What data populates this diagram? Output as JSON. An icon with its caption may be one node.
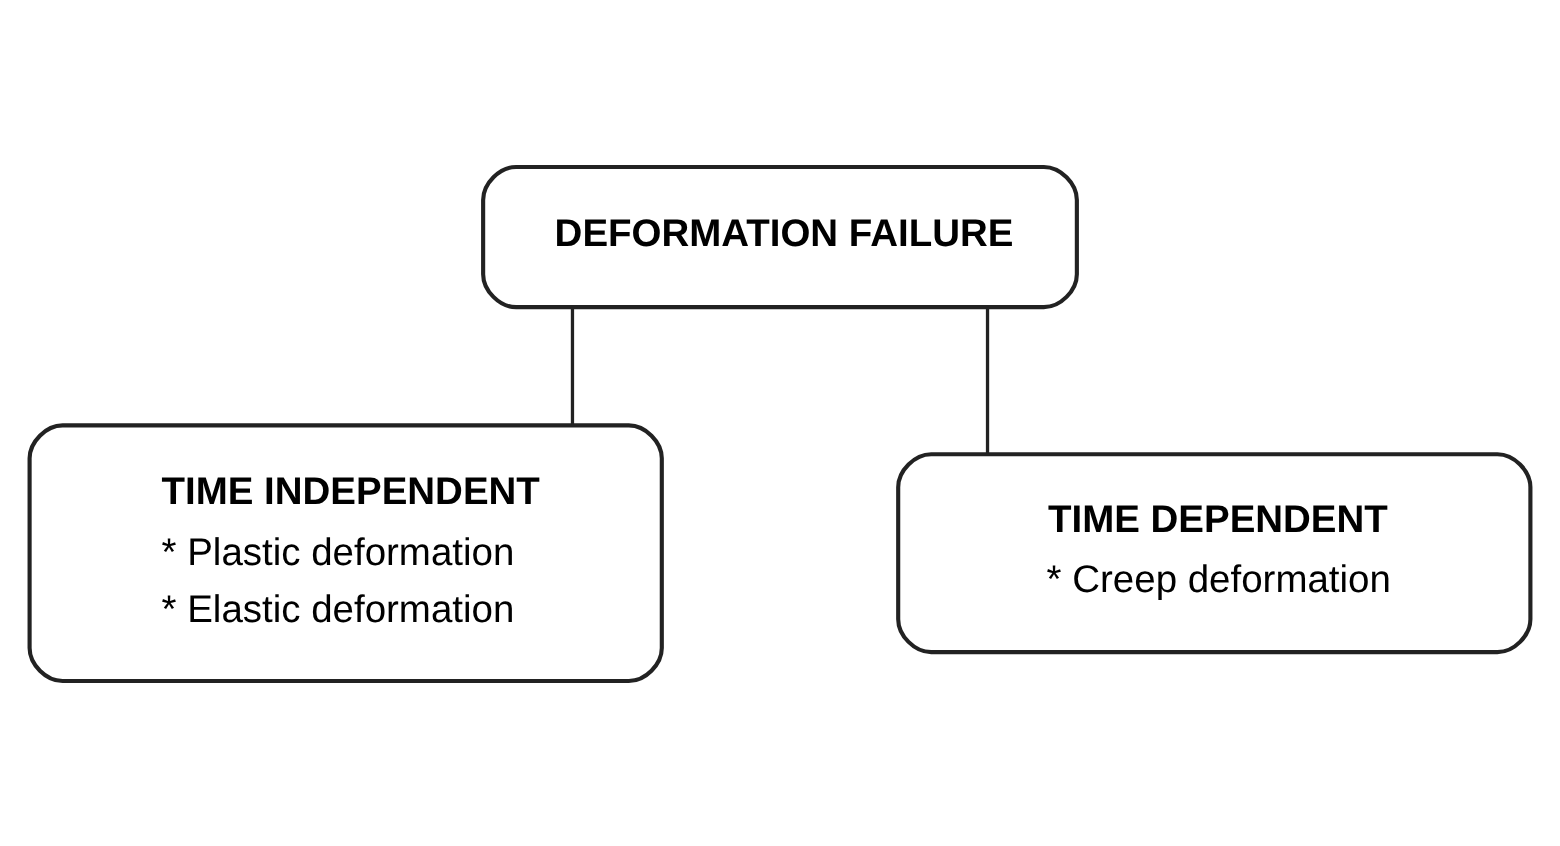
{
  "diagram": {
    "nodes": [
      {
        "text": [
          "DEFORMATION FAILURE"
        ]
      },
      {
        "text": [
          "TIME INDEPENDENT",
          "* Plastic deformation",
          "* Elastic deformation"
        ]
      },
      {
        "text": [
          "TIME DEPENDENT",
          "* Creep deformation"
        ]
      }
    ],
    "edges": [
      {
        "from": 0,
        "to": 1,
        "arrow": "none"
      },
      {
        "from": 0,
        "to": 2,
        "arrow": "none"
      }
    ]
  }
}
